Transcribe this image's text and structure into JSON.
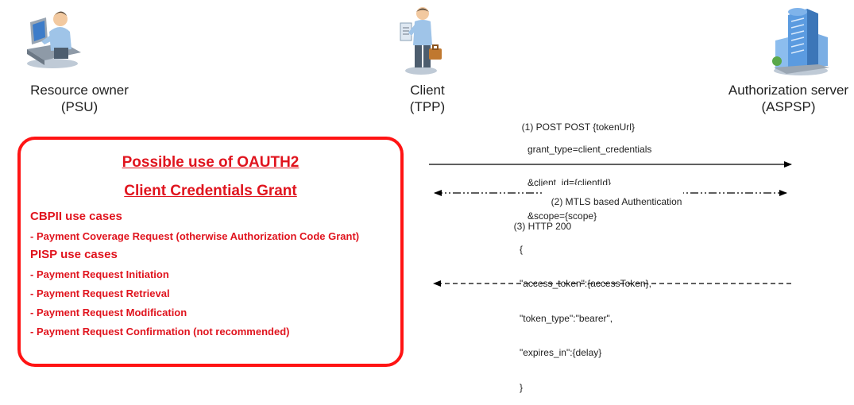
{
  "actors": [
    {
      "id": "psu",
      "icon": "person-at-computer-icon",
      "name": "Resource owner",
      "role": "(PSU)"
    },
    {
      "id": "tpp",
      "icon": "person-with-briefcase-icon",
      "name": "Client",
      "role": "(TPP)"
    },
    {
      "id": "aspsp",
      "icon": "office-building-icon",
      "name": "Authorization server",
      "role": "(ASPSP)"
    }
  ],
  "messages": {
    "m1": {
      "title": "(1) POST POST {tokenUrl}",
      "lines": [
        "grant_type=client_credentials",
        "&client_id={clientId}",
        "&scope={scope}"
      ]
    },
    "m2": {
      "title": "(2) MTLS based Authentication"
    },
    "m3": {
      "title": "(3) HTTP 200",
      "lines": [
        "{",
        "\"access_token\":{accessToken},",
        "\"token_type\":\"bearer\",",
        "\"expires_in\":{delay}",
        "}"
      ]
    }
  },
  "callout": {
    "title_line1": "Possible use of OAUTH2",
    "title_line2": "Client Credentials Grant",
    "sections": [
      {
        "heading": "CBPII use cases",
        "items": [
          "- Payment Coverage Request (otherwise Authorization Code Grant)"
        ]
      },
      {
        "heading": "PISP use cases",
        "items": [
          "- Payment Request Initiation",
          "- Payment Request Retrieval",
          "- Payment Request Modification",
          "- Payment Request Confirmation (not recommended)"
        ]
      }
    ]
  },
  "colors": {
    "callout_border": "#ff1414",
    "callout_text": "#e0141e",
    "arrow": "#000000"
  }
}
